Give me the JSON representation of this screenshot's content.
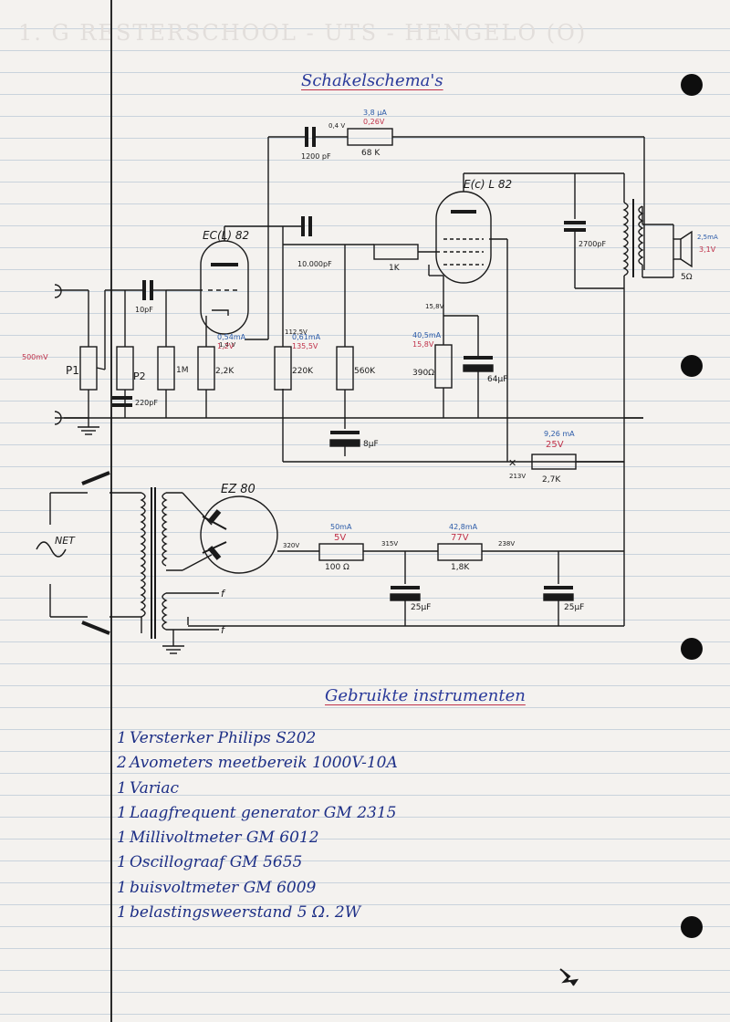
{
  "header_faint": "1. G RESTERSCHOOL - UTS - HENGELO (O)",
  "schema_title": "Schakelschema's",
  "instruments_title": "Gebruikte instrumenten",
  "instruments": [
    {
      "qty": "1",
      "text": "Versterker Philips S202"
    },
    {
      "qty": "2",
      "text": "Avometers  meetbereik 1000V-10A"
    },
    {
      "qty": "1",
      "text": "Variac"
    },
    {
      "qty": "1",
      "text": "Laagfrequent generator GM 2315"
    },
    {
      "qty": "1",
      "text": "Millivoltmeter GM 6012"
    },
    {
      "qty": "1",
      "text": "Oscillograaf GM 5655"
    },
    {
      "qty": "1",
      "text": "buisvoltmeter GM 6009"
    },
    {
      "qty": "1",
      "text": "belastingsweerstand 5 Ω. 2W"
    }
  ],
  "schematic": {
    "tubes": {
      "preamp": "EC(L) 82",
      "output": "E(c) L 82",
      "rectifier": "EZ 80"
    },
    "potentiometers": {
      "p1": "P1",
      "p2": "P2"
    },
    "input_voltage": "500mV",
    "resistors": {
      "r_1m": "1M",
      "r_2k2": "2,2K",
      "r_220k": "220K",
      "r_560k": "560K",
      "r_1k": "1K",
      "r_390": "390Ω",
      "r_68k": "68 K",
      "r_2k7": "2,7K",
      "r_100": "100 Ω",
      "r_1k8": "1,8K"
    },
    "capacitors": {
      "c_10p": "10pF",
      "c_220p": "220pF",
      "c_1200p": "1200 pF",
      "c_10000p": "10.000pF",
      "c_8u": "8μF",
      "c_64u": "64μF",
      "c_2700p": "2700pF",
      "c_25u_a": "25μF",
      "c_25u_b": "25μF"
    },
    "speaker": {
      "impedance": "5Ω",
      "current": "2,5mA",
      "voltage": "3,1V"
    },
    "readings": {
      "fb_current": "3,8 μA",
      "fb_voltage": "0,26V",
      "fb_node": "0,4 V",
      "cath_node": "1,4 V",
      "cath_current": "0,54mA",
      "cath_voltage": "1,2V",
      "plate_node": "112,5V",
      "plate_current": "0,61mA",
      "plate_voltage": "135,5V",
      "g2_node": "15,8V",
      "out_cath_current": "40,5mA",
      "out_cath_voltage": "15,8V",
      "screen_current": "9,26 mA",
      "screen_voltage": "25V",
      "screen_node": "213V",
      "rect_node": "320V",
      "r100_current": "50mA",
      "r100_voltage": "5V",
      "node_315": "315V",
      "r1k8_current": "42,8mA",
      "r1k8_voltage": "77V",
      "node_238": "238V"
    },
    "net": "NET",
    "filament": "f"
  }
}
